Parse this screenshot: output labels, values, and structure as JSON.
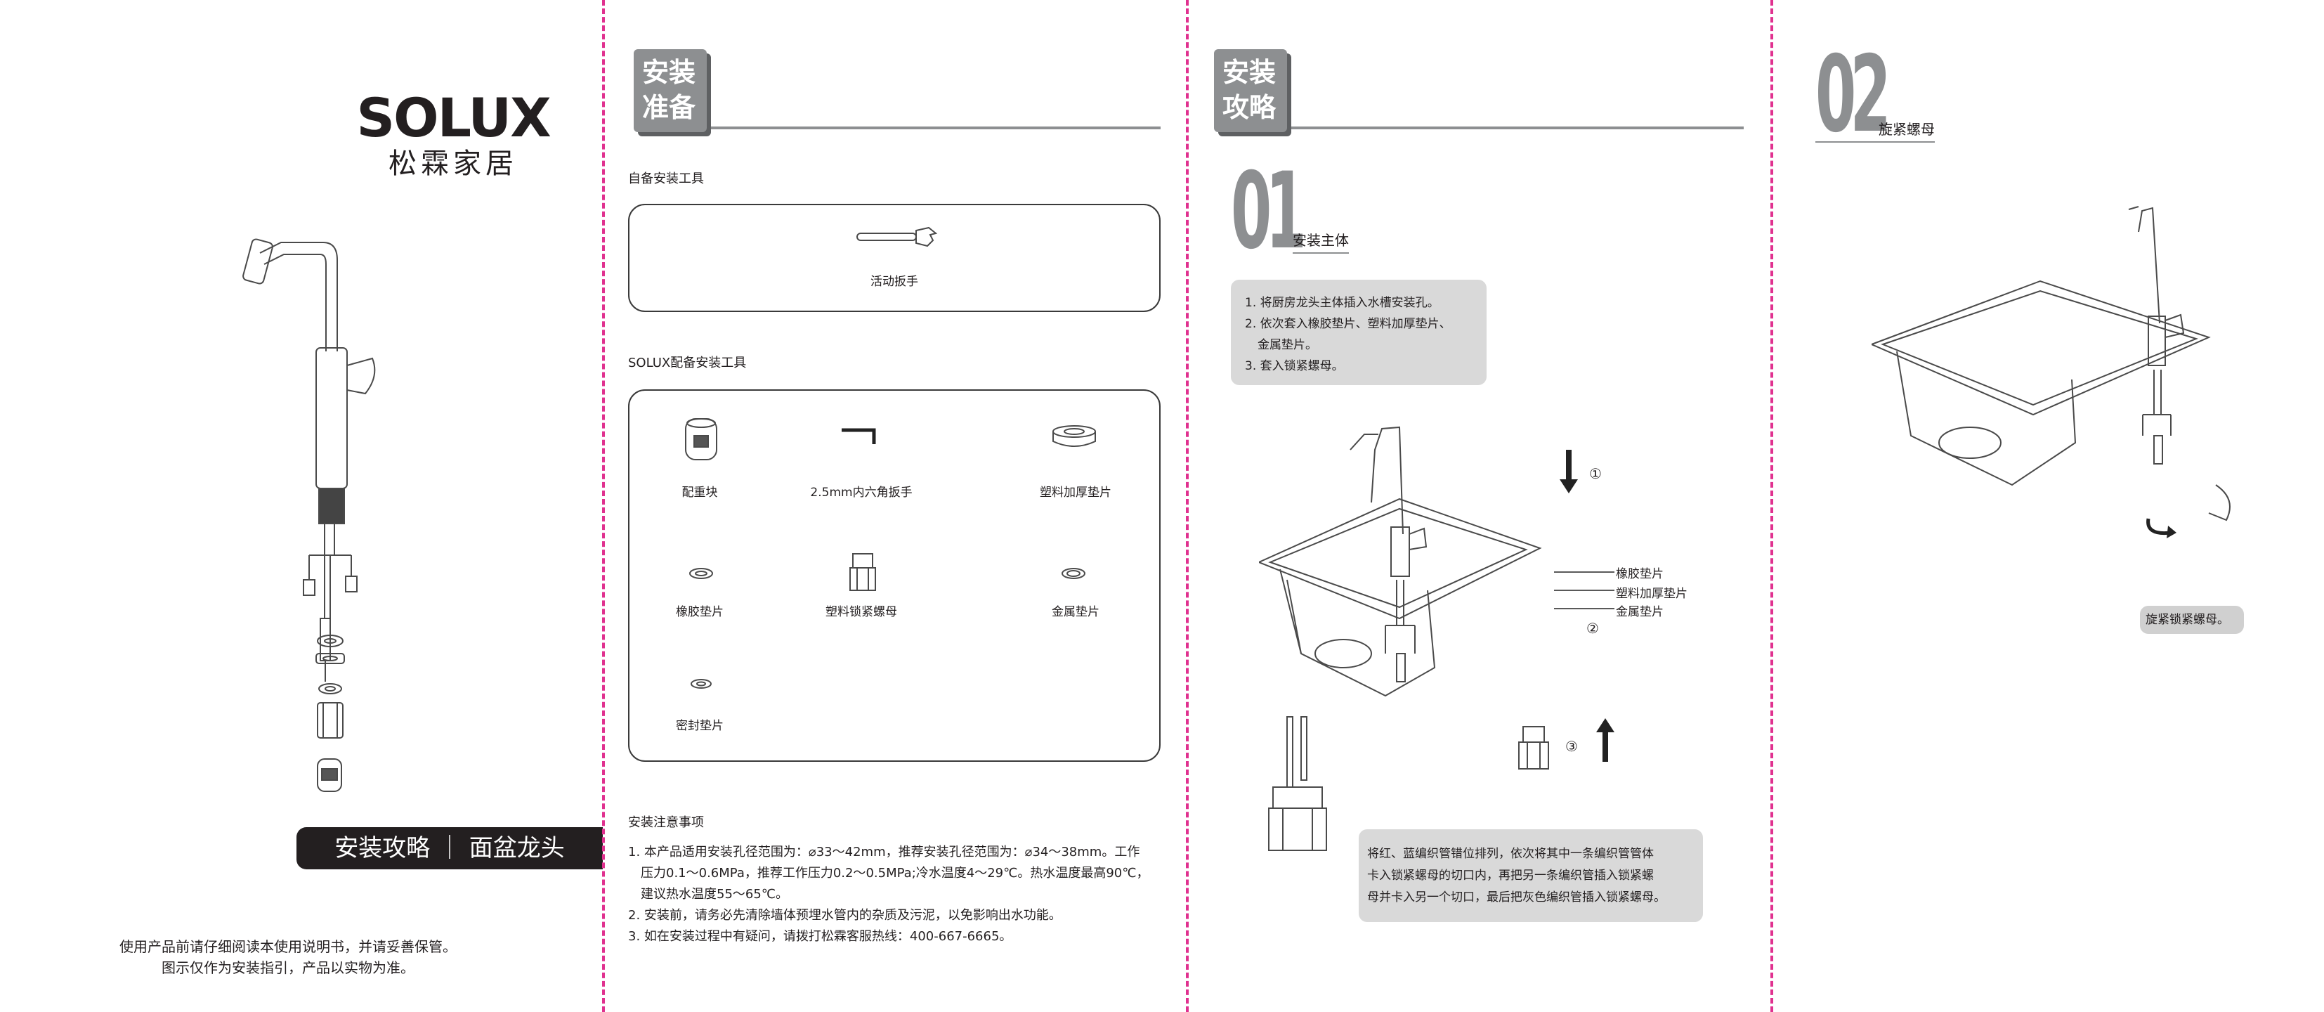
{
  "brand": {
    "logo_text": "SOLUX",
    "logo_cn": "松霖家居"
  },
  "cover": {
    "title": "安装攻略 ｜ 面盆龙头",
    "notice_line1": "使用产品前请仔细阅读本使用说明书，并请妥善保管。",
    "notice_line2": "图示仅作为安装指引，产品以实物为准。"
  },
  "prep": {
    "tab_line1": "安装",
    "tab_line2": "准备",
    "self_tools_heading": "自备安装工具",
    "self_tools": [
      {
        "label": "活动扳手",
        "icon": "wrench-icon"
      }
    ],
    "solux_tools_heading": "SOLUX配备安装工具",
    "solux_tools": [
      {
        "label": "配重块",
        "icon": "counterweight-icon"
      },
      {
        "label": "2.5mm内六角扳手",
        "icon": "hex-key-icon"
      },
      {
        "label": "塑料加厚垫片",
        "icon": "thick-gasket-icon"
      },
      {
        "label": "橡胶垫片",
        "icon": "rubber-washer-icon"
      },
      {
        "label": "塑料锁紧螺母",
        "icon": "lock-nut-icon"
      },
      {
        "label": "金属垫片",
        "icon": "metal-washer-icon"
      },
      {
        "label": "密封垫片",
        "icon": "seal-washer-icon"
      }
    ],
    "notes_heading": "安装注意事项",
    "notes": [
      "1. 本产品适用安装孔径范围为：⌀33～42mm，推荐安装孔径范围为：⌀34～38mm。工作",
      "压力0.1～0.6MPa，推荐工作压力0.2～0.5MPa;冷水温度4～29℃。热水温度最高90℃，",
      "建议热水温度55～65℃。",
      "2. 安装前，请务必先清除墙体预埋水管内的杂质及污泥，以免影响出水功能。",
      "3. 如在安装过程中有疑问，请拨打松霖客服热线：400-667-6665。"
    ]
  },
  "guide": {
    "tab_line1": "安装",
    "tab_line2": "攻略",
    "step1": {
      "number": "01",
      "title": "安装主体",
      "instructions": [
        "1. 将厨房龙头主体插入水槽安装孔。",
        "2. 依次套入橡胶垫片、塑料加厚垫片、",
        "金属垫片。",
        "3. 套入锁紧螺母。"
      ],
      "callouts": [
        "橡胶垫片",
        "塑料加厚垫片",
        "金属垫片"
      ],
      "markers": [
        "①",
        "②",
        "③"
      ],
      "hose_note": [
        "将红、蓝编织管错位排列，依次将其中一条编织管管体",
        "卡入锁紧螺母的切口内，再把另一条编织管插入锁紧螺",
        "母并卡入另一个切口，最后把灰色编织管插入锁紧螺母。"
      ]
    },
    "step2": {
      "number": "02",
      "title": "旋紧螺母",
      "caption": "旋紧锁紧螺母。"
    }
  },
  "colors": {
    "accent": "#e0318f",
    "tab_gray": "#8d8f91",
    "cover_band": "#231f20"
  }
}
